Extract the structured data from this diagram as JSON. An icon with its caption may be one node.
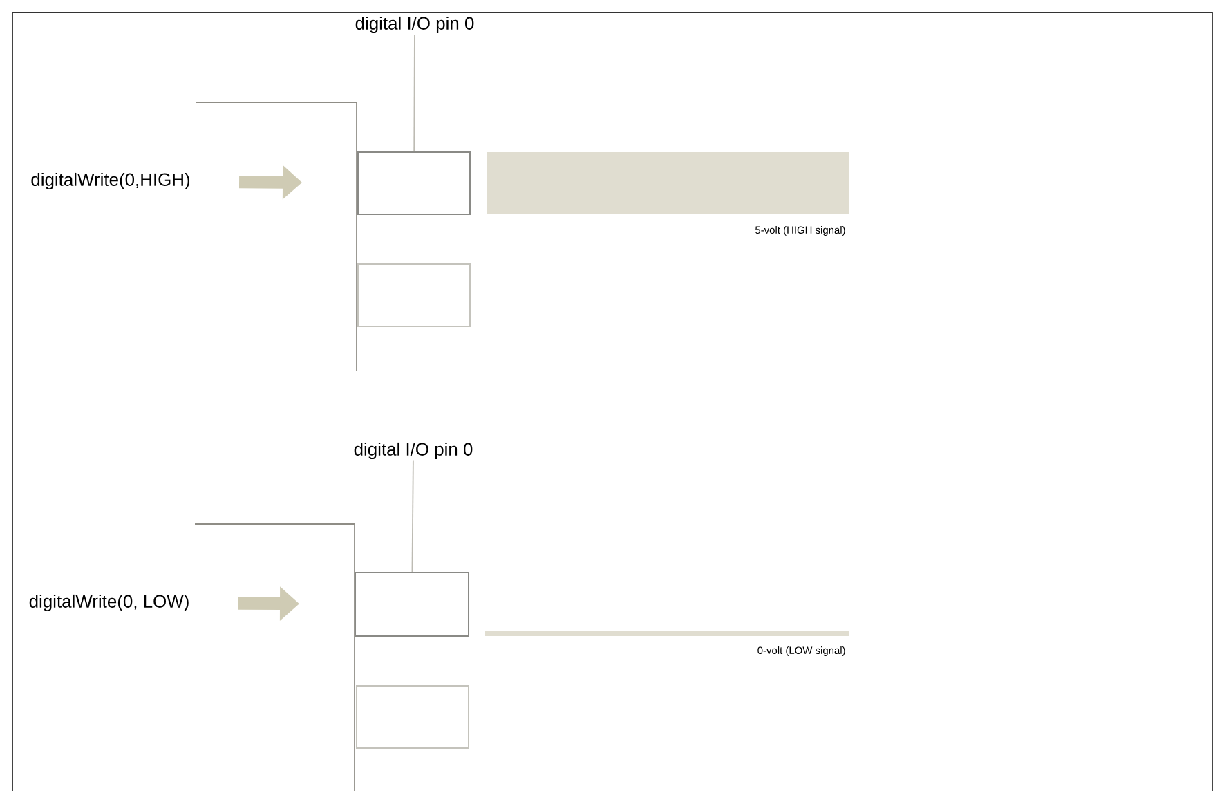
{
  "diagram": {
    "nodes": [
      {
        "text": [
          "digitalWrite(0,HIGH)"
        ]
      },
      {
        "text": [
          "digital I/O pin 0"
        ]
      },
      {
        "text": [],
        "shape": "box"
      },
      {
        "text": [],
        "shape": "box"
      },
      {
        "text": [],
        "shape": "bar",
        "beside": [
          "5-volt (HIGH signal)"
        ]
      },
      {
        "text": [
          "digitalWrite(0, LOW)"
        ]
      },
      {
        "text": [
          "digital I/O pin 0"
        ]
      },
      {
        "text": [],
        "shape": "box"
      },
      {
        "text": [],
        "shape": "box"
      },
      {
        "text": [],
        "shape": "bar",
        "beside": [
          "0-volt (LOW signal)"
        ]
      }
    ],
    "edges": [
      {
        "from": 0,
        "to": 2,
        "arrow": "to",
        "style": "thick"
      },
      {
        "from": 1,
        "to": 2,
        "arrow": "none"
      },
      {
        "from": 5,
        "to": 7,
        "arrow": "to",
        "style": "thick"
      },
      {
        "from": 6,
        "to": 7,
        "arrow": "none"
      }
    ]
  }
}
